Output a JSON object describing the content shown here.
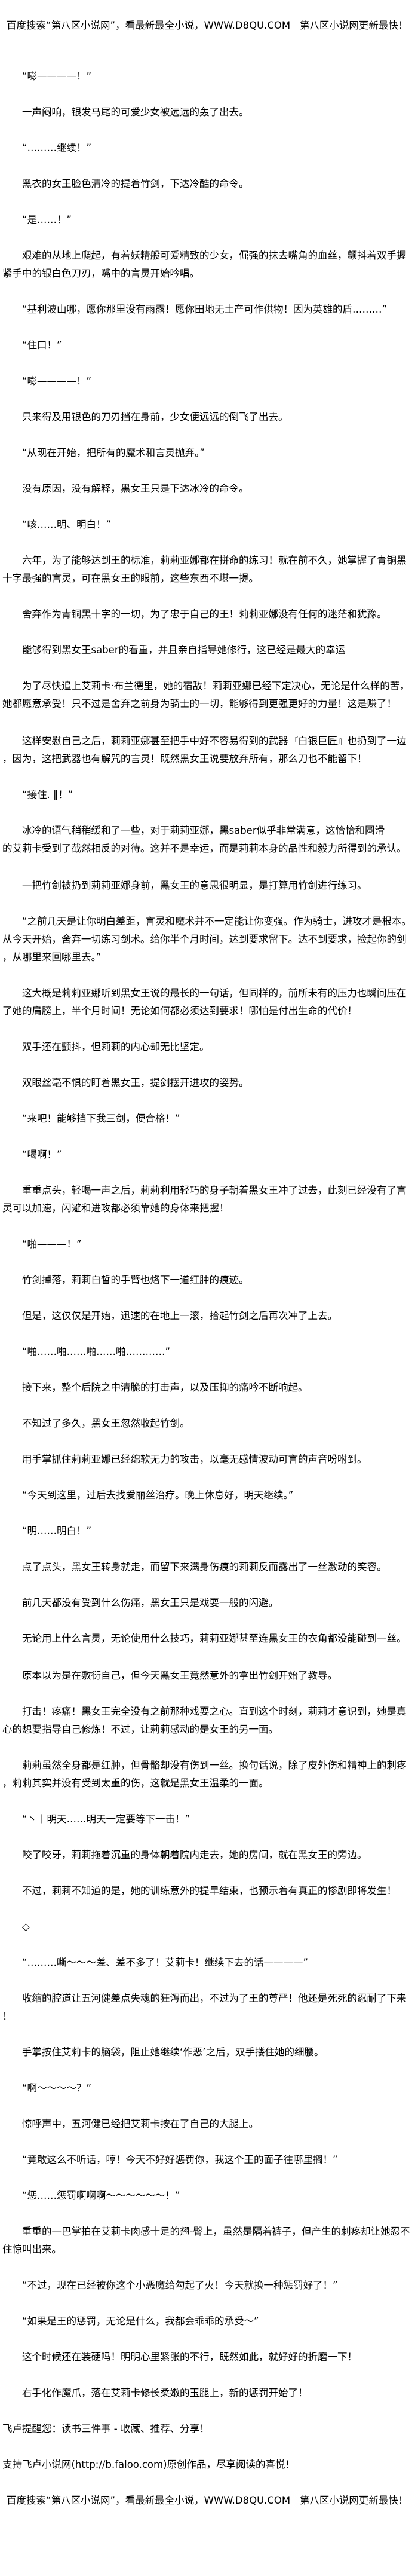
{
  "banner": "百度搜索“第八区小说网”，看最新最全小说，WWW.D8QU.COM   第八区小说网更新最快！",
  "paragraphs": [
    {
      "text": "“嘭————！”"
    },
    {
      "text": "一声闷响，银发马尾的可爱少女被远远的轰了出去。"
    },
    {
      "text": "“………继续！”"
    },
    {
      "text": "黑衣的女王脸色清冷的提着竹剑，下达冷酷的命令。"
    },
    {
      "text": "“是……！”"
    },
    {
      "text": "艰难的从地上爬起，有着妖精般可爱精致的少女，倔强的抹去嘴角的血丝，颤抖着双手握紧手中的银白色刀刃，嘴中的言灵开始吟唱。"
    },
    {
      "text": "“基利波山哪，愿你那里没有雨露！愿你田地无土产可作供物！因为英雄的盾………”"
    },
    {
      "text": "“住口！”"
    },
    {
      "text": "“嘭————！”"
    },
    {
      "text": "只来得及用银色的刀刃挡在身前，少女便远远的倒飞了出去。"
    },
    {
      "text": "“从现在开始，把所有的魔术和言灵抛弃。”"
    },
    {
      "text": "没有原因，没有解释，黑女王只是下达冰冷的命令。"
    },
    {
      "text": "“咳……明、明白！”"
    },
    {
      "text": "六年，为了能够达到王的标准，莉莉亚娜都在拼命的练习！就在前不久，她掌握了青铜黑十字最强的言灵，可在黑女王的眼前，这些东西不堪一提。"
    },
    {
      "text": "舍弃作为青铜黑十字的一切，为了忠于自己的王！莉莉亚娜没有任何的迷茫和犹豫。"
    },
    {
      "text": "能够得到黑女王saber的看重，并且亲自指导她修行，这已经是最大的幸运"
    },
    {
      "text": "为了尽快追上艾莉卡·布兰德里，她的宿敌！莉莉亚娜已经下定决心，无论是什么样的苦，她都愿意承受！只不过是舍弃之前身为骑士的一切，能够得到更强更好的力量！这是赚了！"
    },
    {
      "text": "这样安慰自己之后，莉莉亚娜甚至把手中好不容易得到的武器『白银巨匠』也扔到了一边，因为，这把武器也有解咒的言灵！既然黑女王说要放弃所有，那么刀也不能留下！",
      "gap": true
    },
    {
      "text": "“接住. ‖！”"
    },
    {
      "text": "冰冷的语气稍稍缓和了一些，对于莉莉亚娜，黑saber似乎非常满意，这恰恰和圆滑\n的艾莉卡受到了截然相反的对待。这并不是幸运，而是莉莉本身的品性和毅力所得到的承认。"
    },
    {
      "text": "一把竹剑被扔到莉莉亚娜身前，黑女王的意思很明显，是打算用竹剑进行练习。",
      "gap": true
    },
    {
      "text": "“之前几天是让你明白差距，言灵和魔术并不一定能让你变强。作为骑士，进攻才是根本。从今天开始，舍弃一切练习剑术。给你半个月时间，达到要求留下。达不到要求，捡起你的剑，从哪里来回哪里去。”"
    },
    {
      "text": "这大概是莉莉亚娜听到黑女王说的最长的一句话，但同样的，前所未有的压力也瞬间压在了她的肩膀上，半个月时间！无论如何都必须达到要求！哪怕是付出生命的代价！"
    },
    {
      "text": "双手还在颤抖，但莉莉的内心却无比坚定。"
    },
    {
      "text": "双眼丝毫不惧的盯着黑女王，提剑摆开进攻的姿势。"
    },
    {
      "text": "“来吧！能够挡下我三剑，便合格！”"
    },
    {
      "text": "“喝啊！”"
    },
    {
      "text": "重重点头，轻喝一声之后，莉莉利用轻巧的身子朝着黑女王冲了过去，此刻已经没有了言灵可以加速，闪避和进攻都必须靠她的身体来把握！"
    },
    {
      "text": "“啪———！”"
    },
    {
      "text": "竹剑掉落，莉莉白皙的手臂也烙下一道红肿的痕迹。"
    },
    {
      "text": "但是，这仅仅是开始，迅速的在地上一滚，拾起竹剑之后再次冲了上去。"
    },
    {
      "text": "“啪……啪……啪……啪…………”"
    },
    {
      "text": "接下来，整个后院之中清脆的打击声，以及压抑的痛吟不断响起。"
    },
    {
      "text": "不知过了多久，黑女王忽然收起竹剑。"
    },
    {
      "text": "用手掌抓住莉莉亚娜已经绵软无力的攻击，以毫无感情波动可言的声音吩咐到。"
    },
    {
      "text": "“今天到这里，过后去找爱丽丝治疗。晚上休息好，明天继续。”"
    },
    {
      "text": "“明……明白！”"
    },
    {
      "text": "点了点头，黑女王转身就走，而留下来满身伤痕的莉莉反而露出了一丝激动的笑容。"
    },
    {
      "text": "前几天都没有受到什么伤痛，黑女王只是戏耍一般的闪避。"
    },
    {
      "text": "无论用上什么言灵，无论使用什么技巧，莉莉亚娜甚至连黑女王的衣角都没能碰到一丝。"
    },
    {
      "text": "原本以为是在敷衍自己，但今天黑女王竟然意外的拿出竹剑开始了教导。",
      "gap": true
    },
    {
      "text": "打击！疼痛！黑女王完全没有之前那种戏耍之心。直到这个时刻，莉莉才意识到，她是真心的想要指导自己修炼！不过，让莉莉感动的是女王的另一面。"
    },
    {
      "text": "莉莉虽然全身都是红肿，但骨骼却没有伤到一丝。换句话说，除了皮外伤和精神上的刺疼，莉莉其实并没有受到太重的伤，这就是黑女王温柔的一面。"
    },
    {
      "text": "“丶丨明天……明天一定要等下一击！”"
    },
    {
      "text": "咬了咬牙，莉莉拖着沉重的身体朝着院内走去，她的房间，就在黑女王的旁边。"
    },
    {
      "text": "不过，莉莉不知道的是，她的训练意外的提早结束，也预示着有真正的惨剧即将发生！"
    },
    {
      "text": "◇"
    },
    {
      "text": "“………嘶～～～差、差不多了！艾莉卡！继续下去的话————”"
    },
    {
      "text": "收缩的腔道让五河健差点失魂的狂泻而出，不过为了王的尊严！他还是死死的忍耐了下来！"
    },
    {
      "text": "手掌按住艾莉卡的脑袋，阻止她继续‘作恶’之后，双手搂住她的细腰。"
    },
    {
      "text": "“啊～～～～？”"
    },
    {
      "text": "惊呼声中，五河健已经把艾莉卡按在了自己的大腿上。"
    },
    {
      "text": "“竟敢这么不听话，哼！今天不好好惩罚你，我这个王的面子往哪里搁！”"
    },
    {
      "text": "“惩……惩罚啊啊啊～～～～～～！”"
    },
    {
      "text": "重重的一巴掌拍在艾莉卡肉感十足的翘-臀上，虽然是隔着裤子，但产生的刺疼却让她忍不住惊叫出来。"
    },
    {
      "text": "“不过，现在已经被你这个小恶魔给勾起了火！今天就换一种惩罚好了！”"
    },
    {
      "text": "“如果是王的惩罚，无论是什么，我都会乖乖的承受～”"
    },
    {
      "text": "这个时候还在装硬吗！明明心里紧张的不行，既然如此，就好好的折磨一下！"
    },
    {
      "text": "右手化作魔爪，落在艾莉卡修长柔嫩的玉腿上，新的惩罚开始了！"
    },
    {
      "text": "飞卢提醒您：读书三件事 - 收藏、推荐、分享！",
      "noindent": true
    },
    {
      "text": "支持飞卢小说网(http://b.faloo.com)原创作品，尽享阅读的喜悦！",
      "noindent": true
    }
  ]
}
